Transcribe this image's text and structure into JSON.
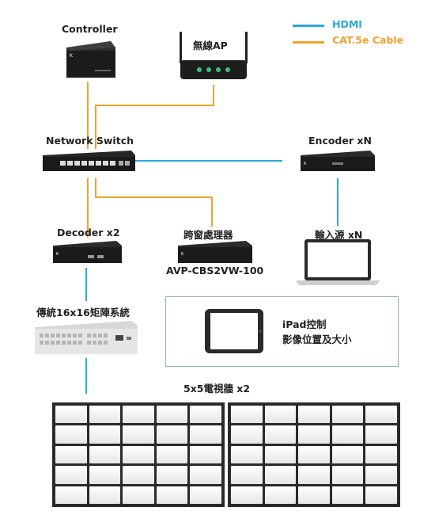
{
  "legend": {
    "items": [
      {
        "label": "HDMI",
        "color": "#29a9e0"
      },
      {
        "label": "CAT.5e Cable",
        "color": "#f0a22e"
      }
    ]
  },
  "nodes": {
    "controller": "Controller",
    "wireless_ap": "無線AP",
    "network_switch": "Network Switch",
    "encoder": "Encoder xN",
    "decoder": "Decoder x2",
    "window_processor": "跨窗處理器",
    "window_processor_model": "AVP-CBS2VW-100",
    "input_source": "輸入源 xN",
    "matrix": "傳統16x16矩陣系統",
    "ipad_line1": "iPad控制",
    "ipad_line2": "影像位置及大小",
    "video_wall": "5x5電視牆 x2"
  },
  "colors": {
    "hdmi": "#29a9e0",
    "cat5e": "#f0a22e"
  }
}
